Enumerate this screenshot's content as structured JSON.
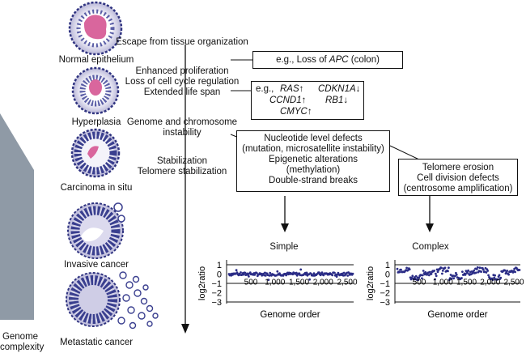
{
  "stages": {
    "normal": "Normal epithelium",
    "hyperplasia": "Hyperplasia",
    "carcinoma": "Carcinoma in situ",
    "invasive": "Invasive cancer",
    "metastatic": "Metastatic cancer"
  },
  "genome_complexity": [
    "Genome",
    "complexity"
  ],
  "events": {
    "escape": "Escape from tissue organization",
    "prolif1": "Enhanced proliferation",
    "prolif2": "Loss of cell cycle regulation",
    "prolif3": "Extended life span",
    "instab1": "Genome and chromosome",
    "instab2": "instability",
    "stab1": "Stabilization",
    "stab2": "Telomere stabilization"
  },
  "box_apc": {
    "prefix": "e.g., Loss of ",
    "gene": "APC",
    "suffix": " (colon)"
  },
  "box_genes": {
    "eg": "e.g.,",
    "ras": "RAS",
    "ras_arrow": "↑",
    "cdkn1a": "CDKN1A",
    "cdkn1a_arrow": "↓",
    "ccnd1": "CCND1",
    "ccnd1_arrow": "↑",
    "rb1": "RB1",
    "rb1_arrow": "↓",
    "cmyc": "CMYC",
    "cmyc_arrow": "↑"
  },
  "box_defects": [
    "Nucleotide level defects",
    "(mutation, microsatellite instability)",
    "Epigenetic alterations",
    "(methylation)",
    "Double-strand breaks"
  ],
  "box_telomere": [
    "Telomere erosion",
    "Cell division defects",
    "(centrosome amplification)"
  ],
  "plots": {
    "simple_title": "Simple",
    "complex_title": "Complex",
    "ylabel": "log2ratio",
    "xlabel": "Genome order",
    "yticks": [
      "1",
      "0",
      "−1",
      "−2",
      "−3"
    ],
    "simple_xticks": [
      "500",
      "1,000",
      "1,500",
      "2,000",
      "2,500"
    ],
    "complex_xticks": [
      "500",
      "1,000",
      "1,500",
      "2,000",
      "2,500"
    ]
  },
  "colors": {
    "tumor_pink": "#d9669d",
    "cell_blue": "#3a3f8f",
    "plot_dot": "#2b2d86",
    "complexity_wedge": "#8f9aa6"
  }
}
